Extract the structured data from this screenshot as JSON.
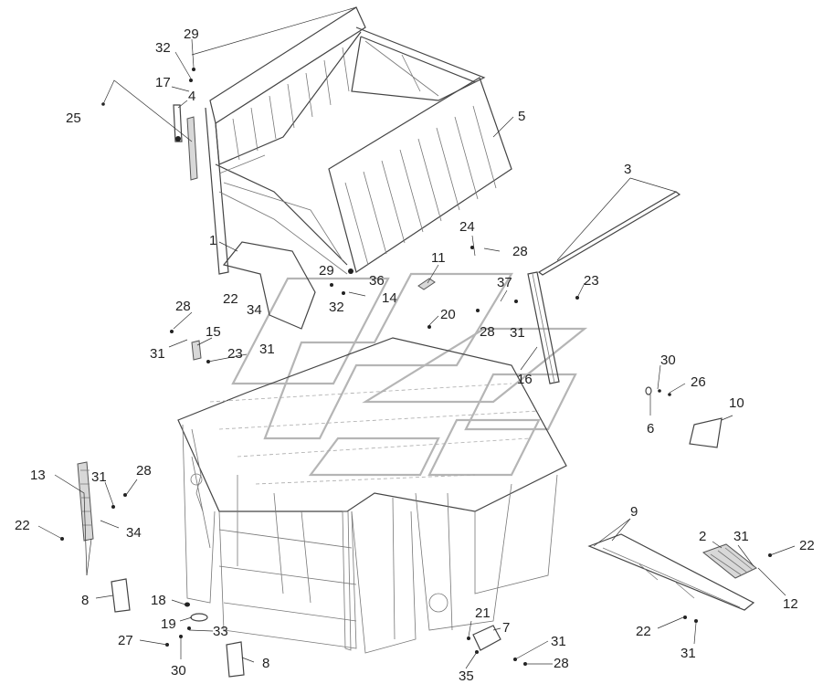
{
  "callouts": [
    {
      "id": "c29a",
      "text": "29"
    },
    {
      "id": "c32a",
      "text": "32"
    },
    {
      "id": "c17",
      "text": "17"
    },
    {
      "id": "c4",
      "text": "4"
    },
    {
      "id": "c25",
      "text": "25"
    },
    {
      "id": "c5",
      "text": "5"
    },
    {
      "id": "c3",
      "text": "3"
    },
    {
      "id": "c1",
      "text": "1"
    },
    {
      "id": "c24",
      "text": "24"
    },
    {
      "id": "c28a",
      "text": "28"
    },
    {
      "id": "c11",
      "text": "11"
    },
    {
      "id": "c29b",
      "text": "29"
    },
    {
      "id": "c36",
      "text": "36"
    },
    {
      "id": "c37",
      "text": "37"
    },
    {
      "id": "c23a",
      "text": "23"
    },
    {
      "id": "c14",
      "text": "14"
    },
    {
      "id": "c22a",
      "text": "22"
    },
    {
      "id": "c32b",
      "text": "32"
    },
    {
      "id": "c34a",
      "text": "34"
    },
    {
      "id": "c28b",
      "text": "28"
    },
    {
      "id": "c20",
      "text": "20"
    },
    {
      "id": "c28c",
      "text": "28"
    },
    {
      "id": "c31a",
      "text": "31"
    },
    {
      "id": "c15",
      "text": "15"
    },
    {
      "id": "c31b",
      "text": "31"
    },
    {
      "id": "c31c",
      "text": "31"
    },
    {
      "id": "c23b",
      "text": "23"
    },
    {
      "id": "c16",
      "text": "16"
    },
    {
      "id": "c30a",
      "text": "30"
    },
    {
      "id": "c26",
      "text": "26"
    },
    {
      "id": "c10",
      "text": "10"
    },
    {
      "id": "c6",
      "text": "6"
    },
    {
      "id": "c13",
      "text": "13"
    },
    {
      "id": "c31d",
      "text": "31"
    },
    {
      "id": "c28d",
      "text": "28"
    },
    {
      "id": "c22b",
      "text": "22"
    },
    {
      "id": "c34b",
      "text": "34"
    },
    {
      "id": "c9",
      "text": "9"
    },
    {
      "id": "c2",
      "text": "2"
    },
    {
      "id": "c31e",
      "text": "31"
    },
    {
      "id": "c22c",
      "text": "22"
    },
    {
      "id": "c12",
      "text": "12"
    },
    {
      "id": "c8a",
      "text": "8"
    },
    {
      "id": "c18",
      "text": "18"
    },
    {
      "id": "c21",
      "text": "21"
    },
    {
      "id": "c7",
      "text": "7"
    },
    {
      "id": "c19",
      "text": "19"
    },
    {
      "id": "c33",
      "text": "33"
    },
    {
      "id": "c27",
      "text": "27"
    },
    {
      "id": "c22d",
      "text": "22"
    },
    {
      "id": "c31f",
      "text": "31"
    },
    {
      "id": "c30b",
      "text": "30"
    },
    {
      "id": "c8b",
      "text": "8"
    },
    {
      "id": "c31g",
      "text": "31"
    },
    {
      "id": "c28e",
      "text": "28"
    },
    {
      "id": "c35",
      "text": "35"
    }
  ],
  "colors": {
    "line": "#444444",
    "watermark": "#b5b5b5",
    "text": "#222222",
    "background": "#ffffff"
  }
}
